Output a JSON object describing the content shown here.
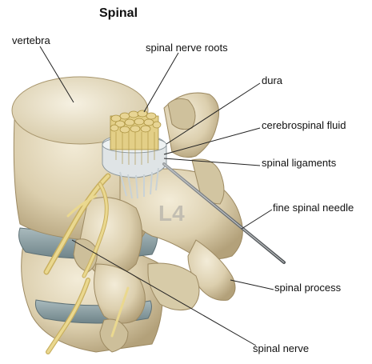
{
  "title": "Spinal",
  "labels": {
    "vertebra": "vertebra",
    "spinal_nerve_roots": "spinal nerve roots",
    "dura": "dura",
    "cerebrospinal_fluid": "cerebrospinal fluid",
    "spinal_ligaments": "spinal ligaments",
    "fine_spinal_needle": "fine spinal needle",
    "spinal_process": "spinal process",
    "spinal_nerve": "spinal nerve",
    "level": "L4"
  },
  "colors": {
    "bone": "#dfd3b3",
    "bone_shadow": "#b9a880",
    "bone_light": "#f1e9d3",
    "disc": "#8fa3a8",
    "nerve": "#e3cf87",
    "nerve_root": "#d9c37a",
    "dura": "#cfd6da",
    "needle": "#6b6f72",
    "leader": "#222222"
  }
}
